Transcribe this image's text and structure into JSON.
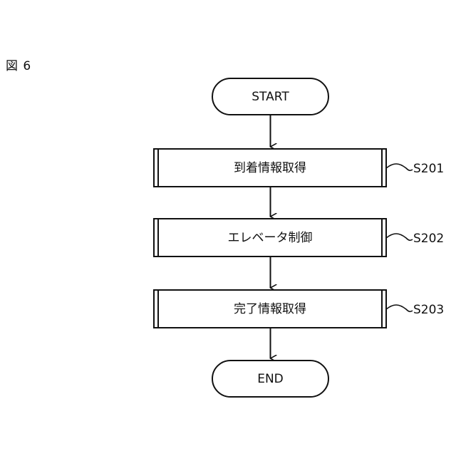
{
  "figure": {
    "label": "図 6"
  },
  "flowchart": {
    "start": "START",
    "end": "END",
    "steps": [
      {
        "label": "到着情報取得",
        "id": "S201"
      },
      {
        "label": "エレベータ制御",
        "id": "S202"
      },
      {
        "label": "完了情報取得",
        "id": "S203"
      }
    ]
  }
}
